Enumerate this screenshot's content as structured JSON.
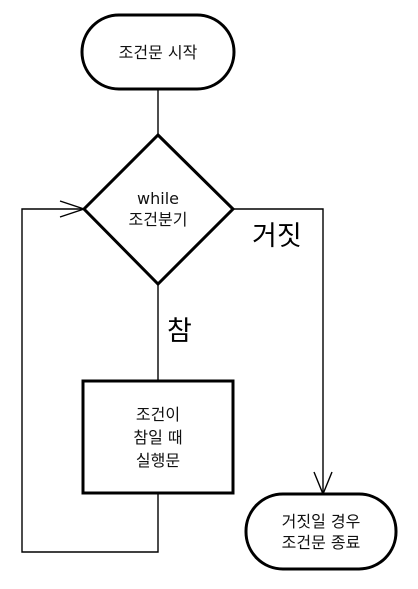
{
  "nodes": {
    "start": {
      "label": "조건문 시작"
    },
    "decision": {
      "line1": "while",
      "line2": "조건분기"
    },
    "process": {
      "line1": "조건이",
      "line2": "참일 때",
      "line3": "실행문"
    },
    "end": {
      "line1": "거짓일 경우",
      "line2": "조건문 종료"
    }
  },
  "edges": {
    "false_label": "거짓",
    "true_label": "참"
  }
}
